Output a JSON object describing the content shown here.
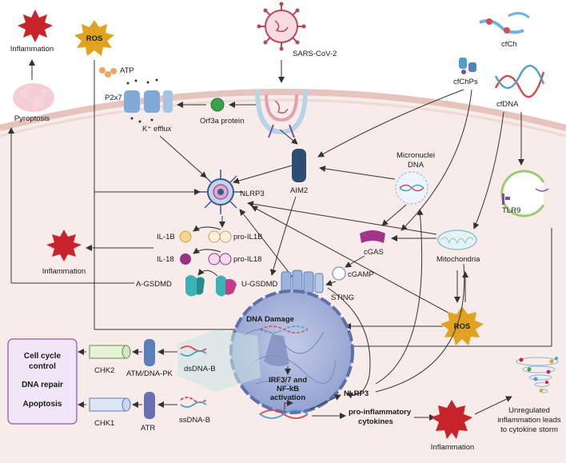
{
  "labels": {
    "sars": "SARS-CoV-2",
    "ros_top": "ROS",
    "inflammation_top": "Inflammation",
    "pyroptosis": "Pyroptosis",
    "atp": "ATP",
    "p2x7": "P2x7",
    "k_efflux": "K⁺ efflux",
    "orf3a": "Orf3a protein",
    "cfch": "cfCh",
    "cfchps": "cfChPs",
    "cfdna": "cfDNA",
    "aim2": "AIM2",
    "micronuclei_line1": "Micronuclei",
    "micronuclei_line2": "DNA",
    "nlrp3": "NLRP3",
    "tlr9": "TLR9",
    "il1b": "IL-1B",
    "pro_il1b": "pro-IL1B",
    "il18": "IL-18",
    "pro_il18": "pro-IL18",
    "inflammation_mid": "Inflammation",
    "cgas": "cGAS",
    "mitochondria": "Mitochondria",
    "cgamp": "cGAMP",
    "a_gsdmd": "A-GSDMD",
    "u_gsdmd": "U-GSDMD",
    "sting": "STING",
    "ros_mid": "ROS",
    "dna_damage": "DNA Damage",
    "chk2": "CHK2",
    "atm": "ATM/DNA-PK",
    "dsdna": "dsDNA-B",
    "chk1": "CHK1",
    "atr": "ATR",
    "ssdna": "ssDNA-B",
    "irf_line1": "IRF3/7 and",
    "irf_line2": "NF-kB",
    "irf_line3": "activation",
    "nlrp3_nuc": "NLRP3",
    "pro_inf_line1": "pro-inflammatory",
    "pro_inf_line2": "cytokines",
    "inflammation_bot": "Inflammation",
    "storm_line1": "Unregulated",
    "storm_line2": "inflammation leads",
    "storm_line3": "to cytokine storm",
    "outcome_1": "Cell cycle",
    "outcome_1b": "control",
    "outcome_2": "DNA repair",
    "outcome_3": "Apoptosis"
  },
  "colors": {
    "cell_fill": "#f7ecea",
    "membrane": "#e8c9c3",
    "nucleus_fill": "#aab6d9",
    "nucleus_border": "#5f6fa8",
    "burst_red": "#c8242c",
    "burst_gold": "#e0a21f",
    "virus": "#b8475a",
    "outcome_box_fill": "#f1e6f7",
    "outcome_box_border": "#9d6fbd",
    "chk_fill": "#e5f2d8",
    "chk1_fill": "#dce6f6"
  }
}
